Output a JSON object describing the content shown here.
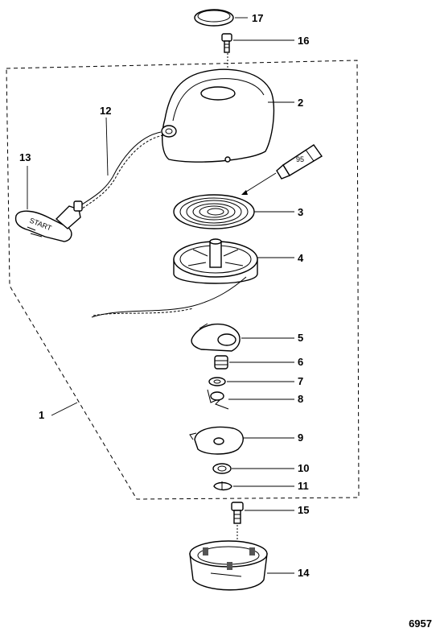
{
  "callouts": {
    "p1": "1",
    "p2": "2",
    "p3": "3",
    "p4": "4",
    "p5": "5",
    "p6": "6",
    "p7": "7",
    "p8": "8",
    "p9": "9",
    "p10": "10",
    "p11": "11",
    "p12": "12",
    "p13": "13",
    "p14": "14",
    "p15": "15",
    "p16": "16",
    "p17": "17"
  },
  "sealant_tube_label": "95",
  "handle_text": "START",
  "document_id": "6957"
}
